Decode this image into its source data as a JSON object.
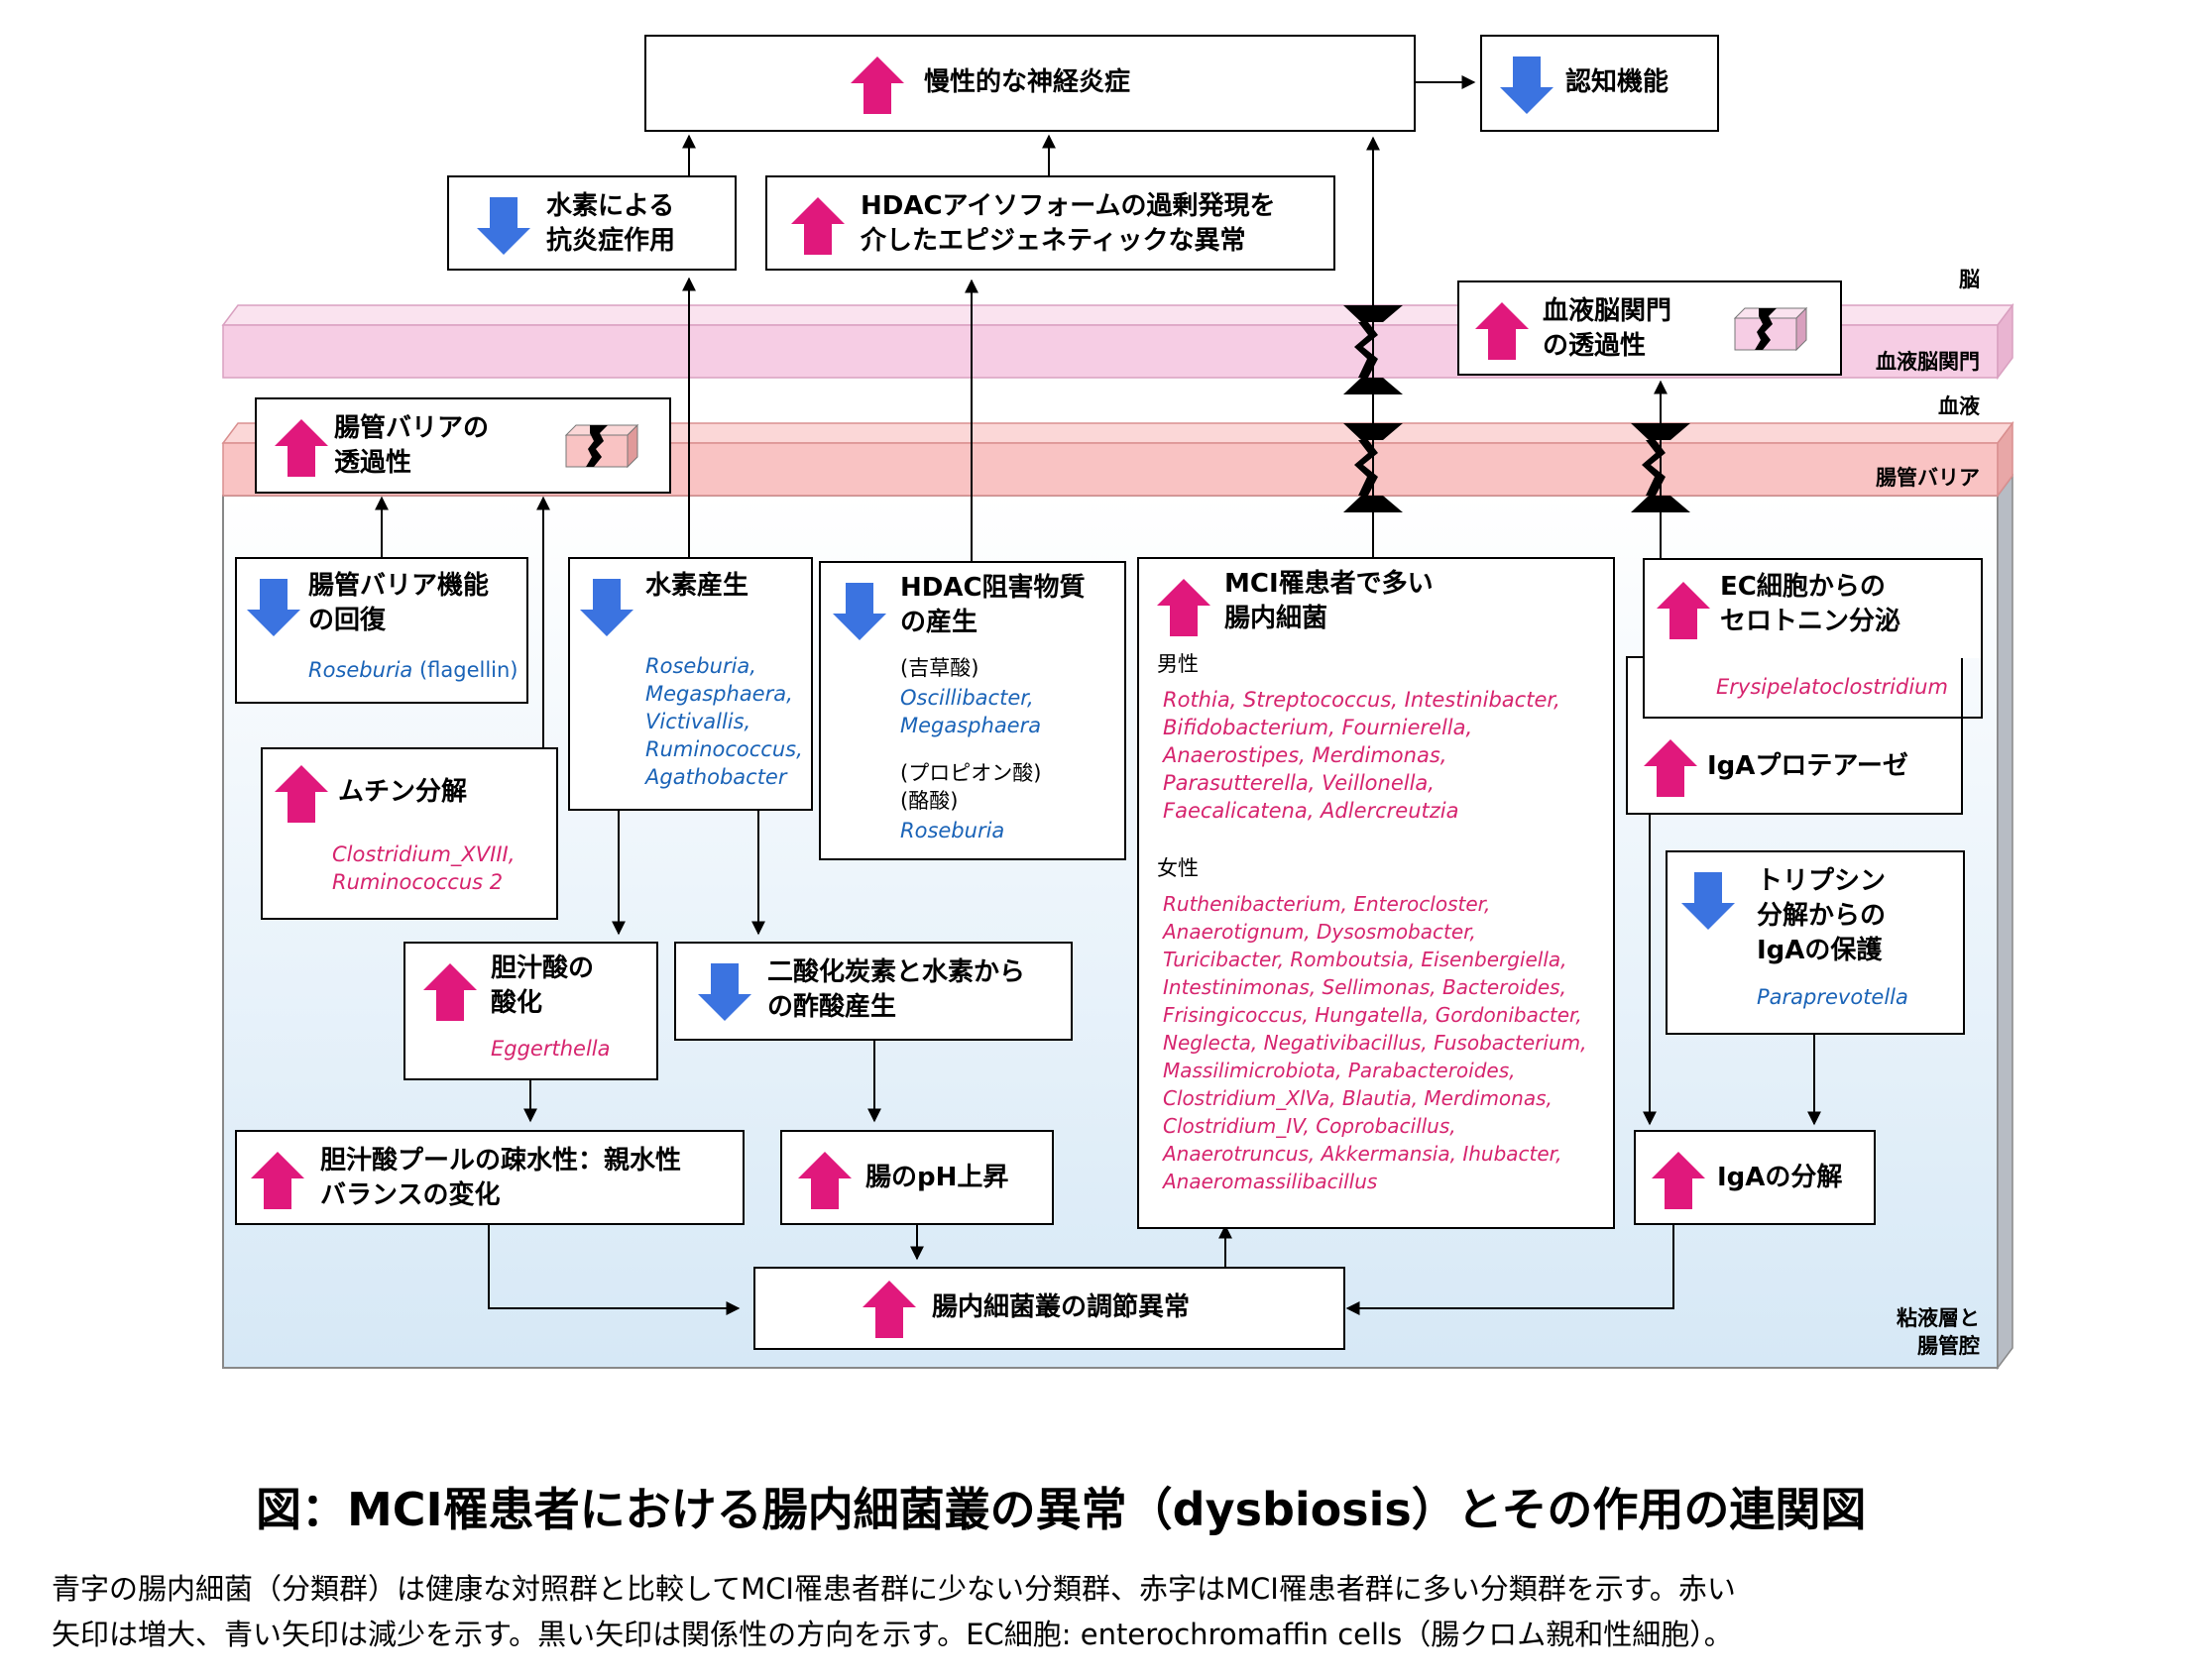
{
  "colors": {
    "up_arrow": "#e0187c",
    "down_arrow": "#3b73e0",
    "decreased_taxa_text": "#1a63b7",
    "increased_taxa_text": "#d6246e",
    "bbb_band": "#f6cde4",
    "gut_barrier_band": "#f9c3c3",
    "lumen_gradient_top": "#ffffff",
    "lumen_gradient_bottom": "#d6e8f6"
  },
  "icons": {
    "up": "up-arrow-icon",
    "down": "down-arrow-icon",
    "leak": "leaky-barrier-icon"
  },
  "zones": {
    "brain": "脳",
    "bbb": "血液脳関門",
    "blood": "血液",
    "gut_barrier": "腸管バリア",
    "lumen_1": "粘液層と",
    "lumen_2": "腸管腔"
  },
  "boxes": {
    "neuroinflammation": "慢性的な神経炎症",
    "cognition": "認知機能",
    "h2_antiinflammatory": {
      "line1": "水素による",
      "line2": "抗炎症作用"
    },
    "hdac_epigenetic": {
      "line1": "HDACアイソフォームの過剰発現を",
      "line2": "介したエピジェネティックな異常"
    },
    "bbb_permeability": {
      "line1": "血液脳関門",
      "line2": "の透過性"
    },
    "gut_permeability": {
      "line1": "腸管バリアの",
      "line2": "透過性"
    },
    "barrier_recovery": {
      "line1": "腸管バリア機能",
      "line2": "の回復",
      "taxa_italic": "Roseburia",
      "taxa_plain": " (flagellin)"
    },
    "h2_production": {
      "title": "水素産生",
      "taxa": [
        "Roseburia,",
        "Megasphaera,",
        "Victivallis,",
        "Ruminococcus,",
        "Agathobacter"
      ]
    },
    "hdac_inhibitors": {
      "line1": "HDAC阻害物質",
      "line2": "の産生",
      "acid1": "(吉草酸)",
      "taxa1": [
        "Oscillibacter,",
        "Megasphaera"
      ],
      "acid2": "(プロピオン酸)",
      "acid3": "(酪酸)",
      "taxa2": "Roseburia"
    },
    "mci_bacteria": {
      "line1": "MCI罹患者で多い",
      "line2": "腸内細菌",
      "male": "男性",
      "male_taxa": [
        "Rothia, Streptococcus, Intestinibacter,",
        "Bifidobacterium, Fournierella,",
        "Anaerostipes,  Merdimonas,",
        "Parasutterella, Veillonella,",
        "Faecalicatena,  Adlercreutzia"
      ],
      "female": "女性",
      "female_taxa": [
        "Ruthenibacterium, Enterocloster,",
        "Anaerotignum, Dysosmobacter,",
        "Turicibacter, Romboutsia, Eisenbergiella,",
        "Intestinimonas, Sellimonas, Bacteroides,",
        "Frisingicoccus, Hungatella, Gordonibacter,",
        "Neglecta, Negativibacillus, Fusobacterium,",
        "Massilimicrobiota, Parabacteroides,",
        "Clostridium_XlVa, Blautia, Merdimonas,",
        "Clostridium_IV, Coprobacillus,",
        "Anaerotruncus, Akkermansia, Ihubacter,",
        "Anaeromassilibacillus"
      ]
    },
    "ec_serotonin": {
      "line1": "EC細胞からの",
      "line2": "セロトニン分泌"
    },
    "iga_protease": {
      "taxa": "Erysipelatoclostridium",
      "title": "IgAプロテアーゼ"
    },
    "mucin": {
      "title": "ムチン分解",
      "taxa": [
        "Clostridium_XVIII,",
        "Ruminococcus 2"
      ]
    },
    "bile_oxidation": {
      "line1": "胆汁酸の",
      "line2": "酸化",
      "taxa": "Eggerthella"
    },
    "acetate": {
      "line1": "二酸化炭素と水素から",
      "line2": "の酢酸産生"
    },
    "trypsin": {
      "line1": "トリプシン",
      "line2": "分解からの",
      "line3": "IgAの保護",
      "taxa": "Paraprevotella"
    },
    "bile_pool": {
      "line1": "胆汁酸プールの疎水性：親水性",
      "line2": "バランスの変化"
    },
    "ph_rise": "腸のpH上昇",
    "iga_degradation": "IgAの分解",
    "dysbiosis": "腸内細菌叢の調節異常"
  },
  "caption": {
    "title": "図：MCI罹患者における腸内細菌叢の異常（dysbiosis）とその作用の連関図",
    "note_line1": "青字の腸内細菌（分類群）は健康な対照群と比較してMCI罹患者群に少ない分類群、赤字はMCI罹患者群に多い分類群を示す。赤い",
    "note_line2": "矢印は増大、青い矢印は減少を示す。黒い矢印は関係性の方向を示す。EC細胞: enterochromaffin cells（腸クロム親和性細胞）。"
  }
}
